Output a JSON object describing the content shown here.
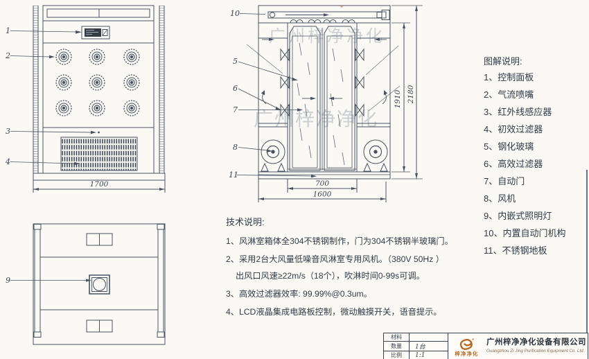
{
  "watermark": {
    "text": "广州梓净净化"
  },
  "front_view": {
    "callouts": [
      "1",
      "2",
      "3",
      "4"
    ],
    "width_dim": "1700"
  },
  "plan_view": {
    "callouts": [
      "9"
    ]
  },
  "section_view": {
    "callouts": [
      "10",
      "5",
      "6",
      "7",
      "8",
      "11"
    ],
    "door_width_dim": "700",
    "overall_width_dim": "1600",
    "inner_height_dim": "1910",
    "overall_height_dim": "2180"
  },
  "legend": {
    "title": "图解说明:",
    "items": [
      "1、控制面板",
      "2、气流喷嘴",
      "3、红外线感应器",
      "4、初效过滤器",
      "5、钢化玻璃",
      "6、高效过滤器",
      "7、自动门",
      "8、风机",
      "9、内嵌式照明灯",
      "10、内置自动门机构",
      "11、不锈钢地板"
    ]
  },
  "tech_notes": {
    "title": "技术说明:",
    "lines": [
      "1、风淋室箱体全304不锈钢制作，门为304不锈钢半玻璃门。",
      "2、采用2台大风量低噪音风淋室专用风机。（380V 50Hz ）",
      "出风口风速≥22m/s（18个），吹淋时间0-99s可调。",
      "3、高效过滤器效率: 99.99%@0.3um。",
      "4、LCD液晶集成电路板控制，微动触摸开关，语音提示。"
    ]
  },
  "title_block": {
    "rows": [
      {
        "label": "材料",
        "value": ""
      },
      {
        "label": "数量",
        "value": "1台"
      },
      {
        "label": "比例",
        "value": "1:1"
      }
    ],
    "logo_text": "梓净净化",
    "company_cn": "广州梓净净化设备有限公司",
    "company_en": "Guangzhou Zi Jing Purification Equipment Co. Ltd."
  },
  "colors": {
    "line": "#49525e",
    "logo_orange": "#b5651d",
    "watermark_gray": "#808e9c"
  }
}
